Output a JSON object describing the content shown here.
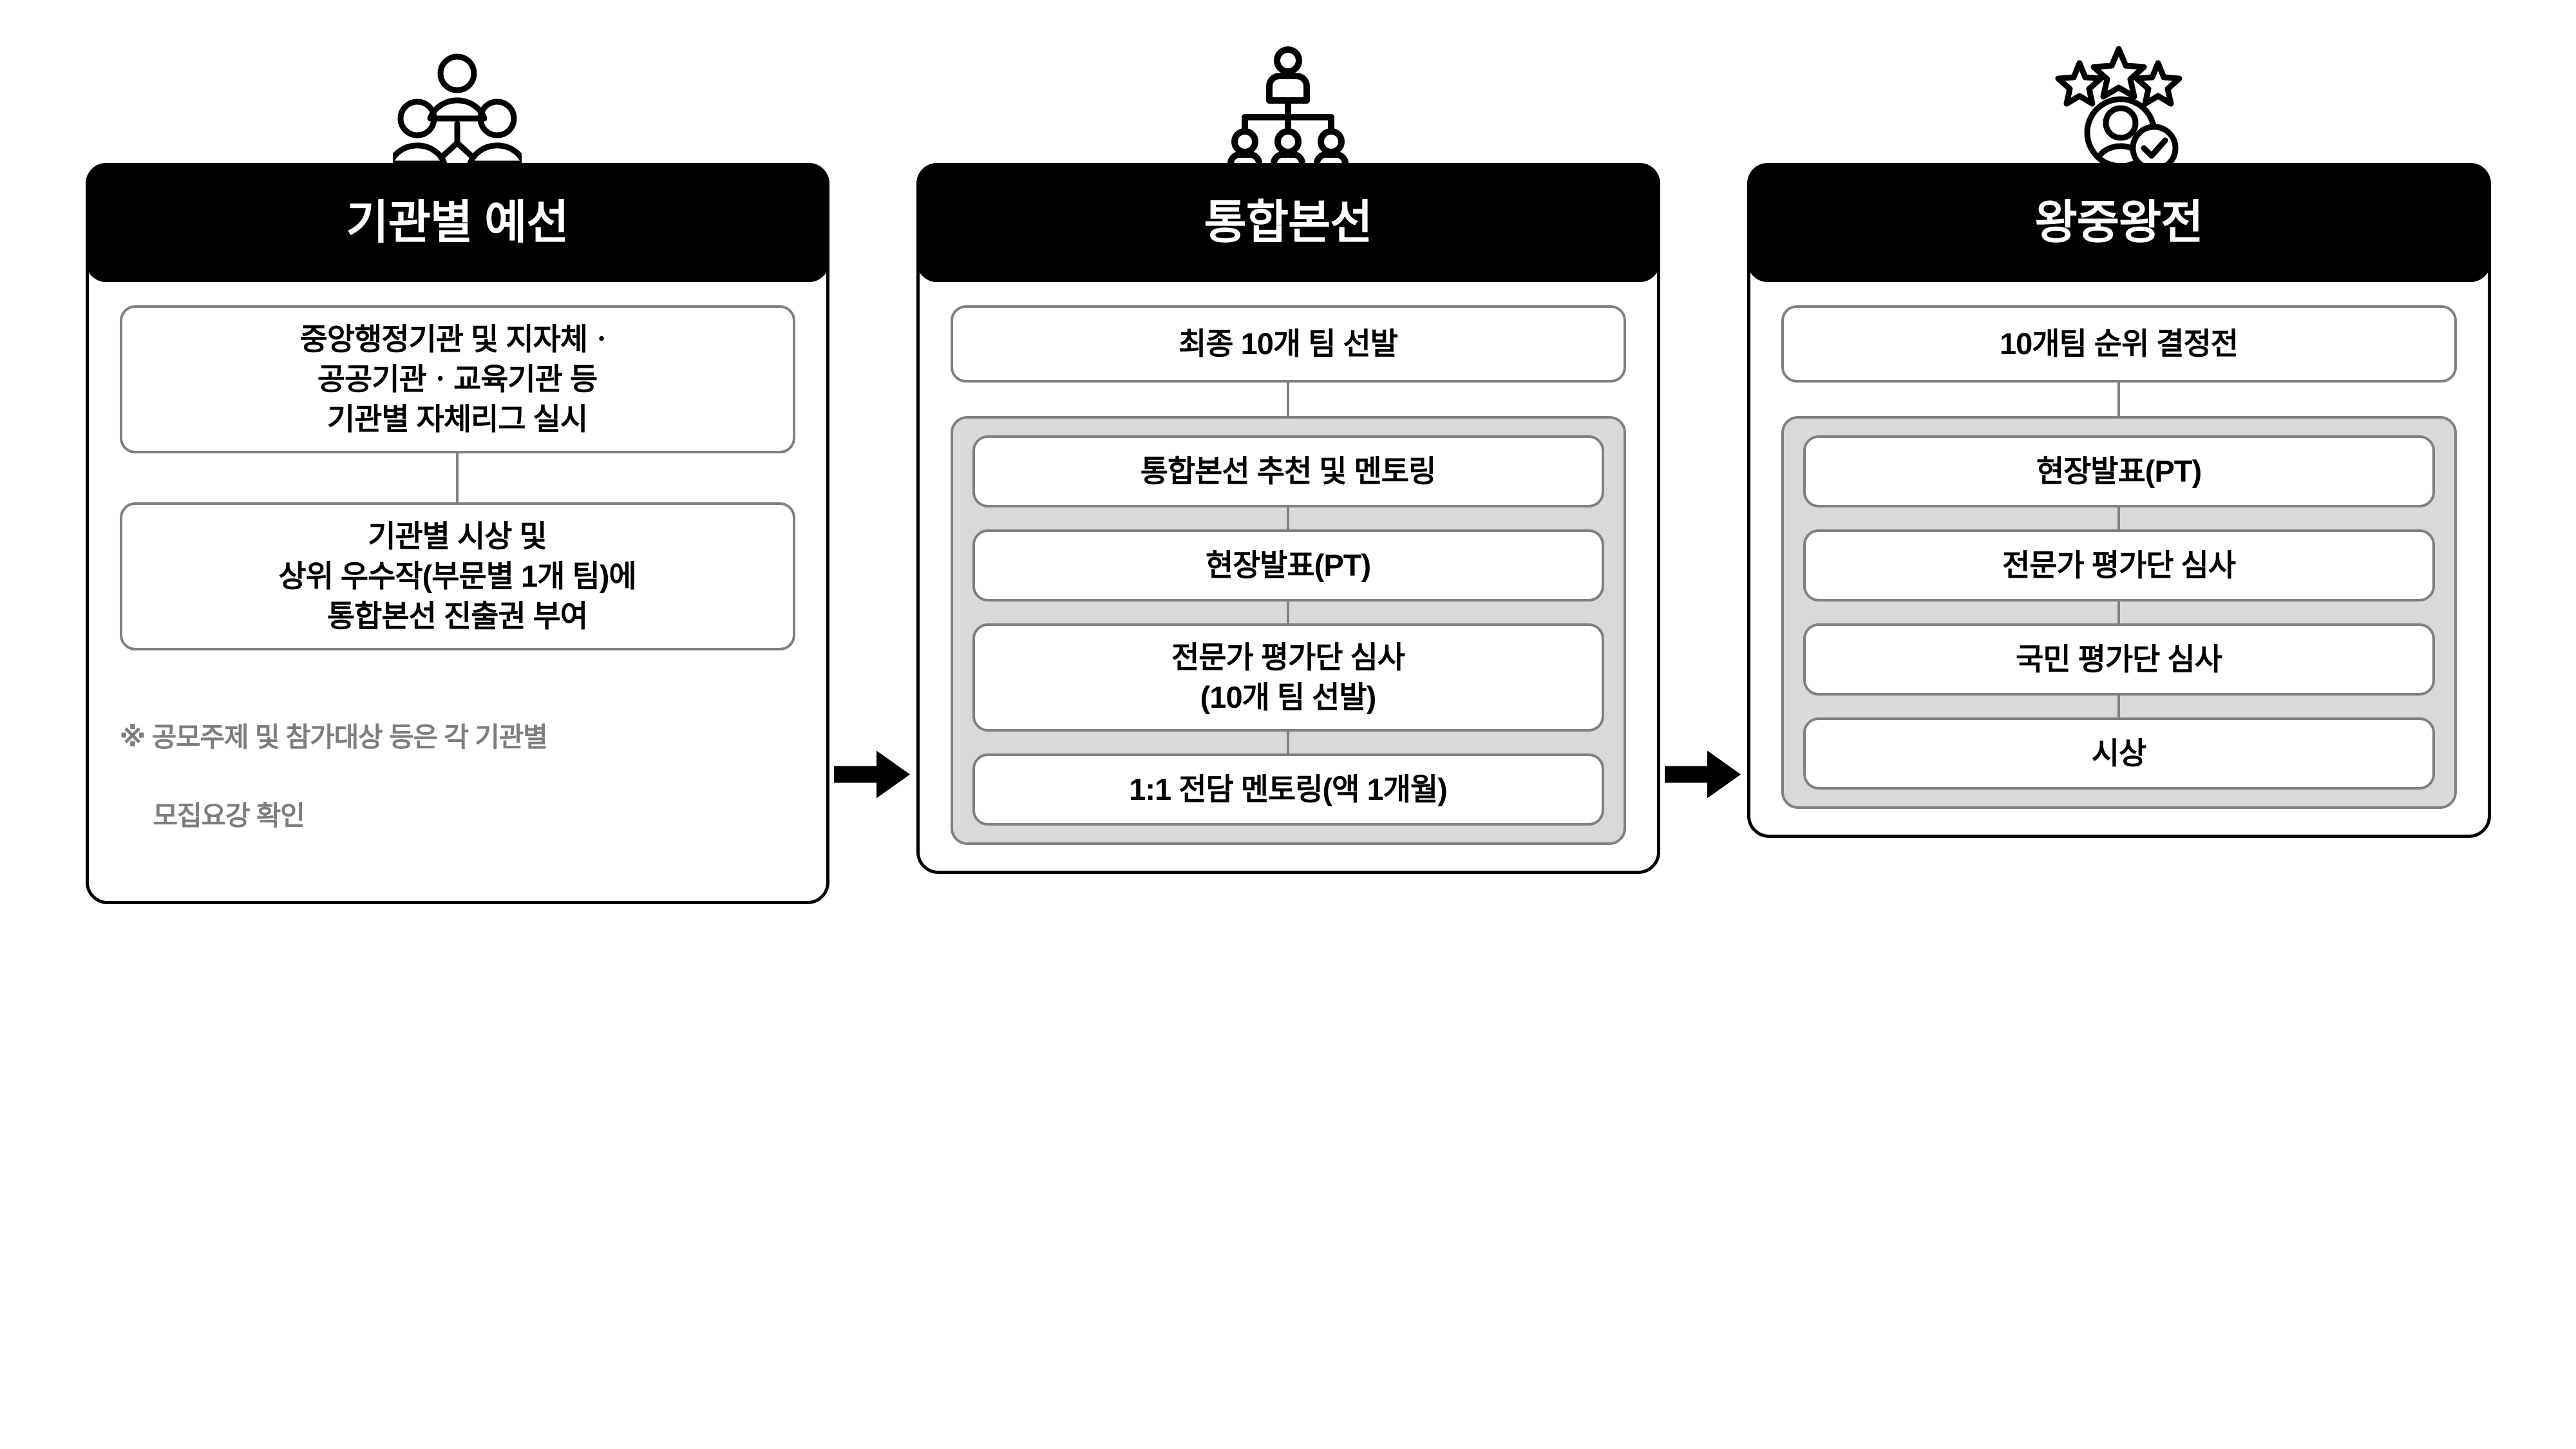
{
  "diagram": {
    "title_sequence": [
      "기관별 예선",
      "통합본선",
      "왕중왕전"
    ],
    "arrow_label": "→"
  },
  "stages": [
    {
      "id": "stage-preliminary",
      "icon": "people-group-icon",
      "header": "기관별 예선",
      "boxes": [
        {
          "name": "box-institution-league",
          "text": "중앙행정기관 및 지자체ㆍ\n공공기관ㆍ교육기관 등\n기관별 자체리그 실시"
        },
        {
          "name": "box-institution-award",
          "text": "기관별 시상 및\n상위 우수작(부문별 1개 팀)에\n통합본선 진출권 부여"
        }
      ],
      "footnote": {
        "line1": "※ 공모주제 및 참가대상 등은 각 기관별",
        "line2": "모집요강 확인"
      }
    },
    {
      "id": "stage-main",
      "icon": "org-chart-icon",
      "header": "통합본선",
      "top_box": {
        "name": "box-final-ten-teams",
        "text": "최종 10개 팀 선발"
      },
      "panel_boxes": [
        {
          "name": "box-recommend-mentoring",
          "text": "통합본선 추천 및 멘토링"
        },
        {
          "name": "box-presentation",
          "text": "현장발표(PT)"
        },
        {
          "name": "box-expert-review",
          "text": "전문가 평가단 심사\n(10개 팀 선발)"
        },
        {
          "name": "box-one-on-one-mentoring",
          "text": "1:1 전담 멘토링(액 1개월)"
        }
      ]
    },
    {
      "id": "stage-grand-final",
      "icon": "stars-user-check-icon",
      "header": "왕중왕전",
      "top_box": {
        "name": "box-ten-team-ranking",
        "text": "10개팀 순위 결정전"
      },
      "panel_boxes": [
        {
          "name": "box-presentation",
          "text": "현장발표(PT)"
        },
        {
          "name": "box-expert-review",
          "text": "전문가 평가단 심사"
        },
        {
          "name": "box-public-review",
          "text": "국민 평가단 심사"
        },
        {
          "name": "box-awards",
          "text": "시상"
        }
      ]
    }
  ],
  "colors": {
    "header_bg": "#000000",
    "header_text": "#ffffff",
    "card_border": "#000000",
    "box_border": "#808080",
    "panel_bg": "#d9d9d9",
    "footnote_text": "#7d7d7d",
    "page_bg": "#ffffff"
  }
}
